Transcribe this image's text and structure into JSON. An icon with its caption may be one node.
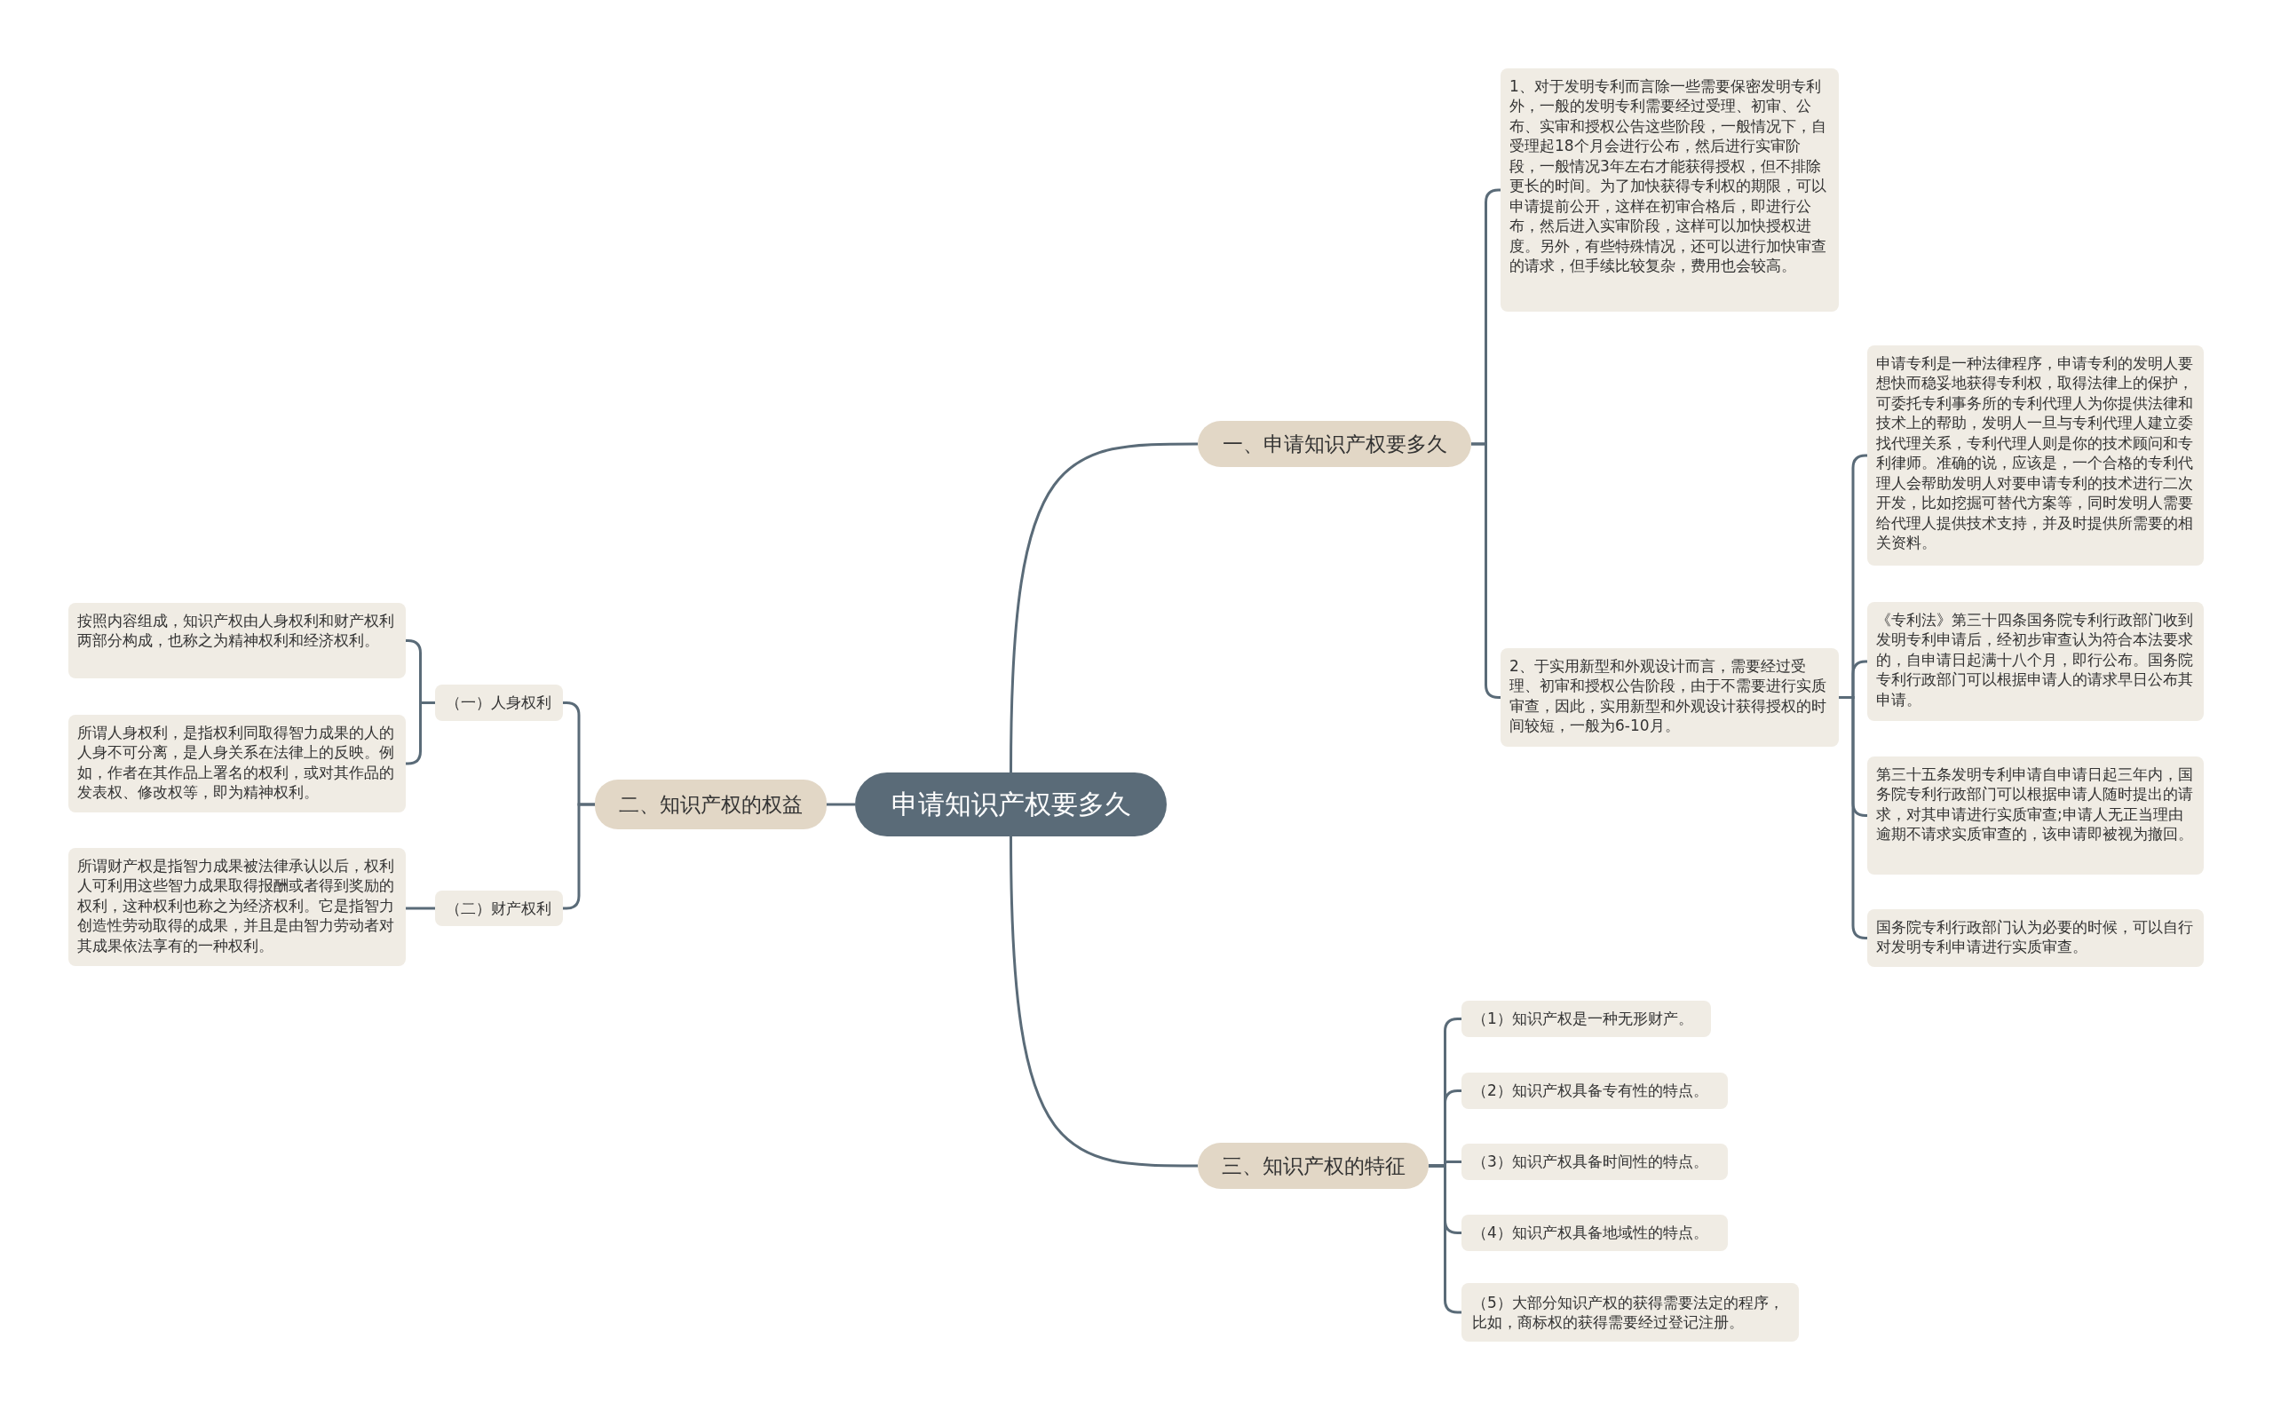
{
  "diagram": {
    "nodes": [
      {
        "text": [
          "申请知识产权要多久"
        ]
      },
      {
        "text": [
          "一、申请知识产权要多久"
        ]
      },
      {
        "text": [
          "1、对于发明专利而言除一些需要保密发明专利外，一般的发明专利需要经过受理、初审、公布、实审和授权公告这些阶段，一般情况下，自受理起18个月会进行公布，然后进行实审阶段，一般情况3年左右才能获得授权，但不排除更长的时间。为了加快获得专利权的期限，可以申请提前公开，这样在初审合格后，即进行公布，然后进入实审阶段，这样可以加快授权进度。另外，有些特殊情况，还可以进行加快审查的请求，但手续比较复杂，费用也会较高。"
        ]
      },
      {
        "text": [
          "2、于实用新型和外观设计而言，需要经过受理、初审和授权公告阶段，由于不需要进行实质审查，因此，实用新型和外观设计获得授权的时间较短，一般为6-10月。"
        ]
      },
      {
        "text": [
          "申请专利是一种法律程序，申请专利的发明人要想快而稳妥地获得专利权，取得法律上的保护，可委托专利事务所的专利代理人为你提供法律和技术上的帮助，发明人一旦与专利代理人建立委找代理关系，专利代理人则是你的技术顾问和专利律师。准确的说，应该是，一个合格的专利代理人会帮助发明人对要申请专利的技术进行二次开发，比如挖掘可替代方案等，同时发明人需要给代理人提供技术支持，并及时提供所需要的相关资料。"
        ]
      },
      {
        "text": [
          "《专利法》第三十四条国务院专利行政部门收到发明专利申请后，经初步审查认为符合本法要求的，自申请日起满十八个月，即行公布。国务院专利行政部门可以根据申请人的请求早日公布其申请。"
        ]
      },
      {
        "text": [
          "第三十五条发明专利申请自申请日起三年内，国务院专利行政部门可以根据申请人随时提出的请求，对其申请进行实质审查;申请人无正当理由逾期不请求实质审查的，该申请即被视为撤回。"
        ]
      },
      {
        "text": [
          "国务院专利行政部门认为必要的时候，可以自行对发明专利申请进行实质审查。"
        ]
      },
      {
        "text": [
          "二、知识产权的权益"
        ]
      },
      {
        "text": [
          "（一）人身权利"
        ]
      },
      {
        "text": [
          "按照内容组成，知识产权由人身权利和财产权利两部分构成，也称之为精神权利和经济权利。"
        ]
      },
      {
        "text": [
          "所谓人身权利，是指权利同取得智力成果的人的人身不可分离，是人身关系在法律上的反映。例如，作者在其作品上署名的权利，或对其作品的发表权、修改权等，即为精神权利。"
        ]
      },
      {
        "text": [
          "（二）财产权利"
        ]
      },
      {
        "text": [
          "所谓财产权是指智力成果被法律承认以后，权利人可利用这些智力成果取得报酬或者得到奖励的权利，这种权利也称之为经济权利。它是指智力创造性劳动取得的成果，并且是由智力劳动者对其成果依法享有的一种权利。"
        ]
      },
      {
        "text": [
          "三、知识产权的特征"
        ]
      },
      {
        "text": [
          "（1）知识产权是一种无形财产。"
        ]
      },
      {
        "text": [
          "（2）知识产权具备专有性的特点。"
        ]
      },
      {
        "text": [
          "（3）知识产权具备时间性的特点。"
        ]
      },
      {
        "text": [
          "（4）知识产权具备地域性的特点。"
        ]
      },
      {
        "text": [
          "（5）大部分知识产权的获得需要法定的程序，比如，商标权的获得需要经过登记注册。"
        ]
      }
    ],
    "edges": [
      {
        "from": 0,
        "to": 1,
        "arrow": "none"
      },
      {
        "from": 1,
        "to": 2,
        "arrow": "none"
      },
      {
        "from": 1,
        "to": 3,
        "arrow": "none"
      },
      {
        "from": 3,
        "to": 4,
        "arrow": "none"
      },
      {
        "from": 3,
        "to": 5,
        "arrow": "none"
      },
      {
        "from": 3,
        "to": 6,
        "arrow": "none"
      },
      {
        "from": 3,
        "to": 7,
        "arrow": "none"
      },
      {
        "from": 0,
        "to": 8,
        "arrow": "none"
      },
      {
        "from": 8,
        "to": 9,
        "arrow": "none"
      },
      {
        "from": 9,
        "to": 10,
        "arrow": "none"
      },
      {
        "from": 9,
        "to": 11,
        "arrow": "none"
      },
      {
        "from": 8,
        "to": 12,
        "arrow": "none"
      },
      {
        "from": 12,
        "to": 13,
        "arrow": "none"
      },
      {
        "from": 0,
        "to": 14,
        "arrow": "none"
      },
      {
        "from": 14,
        "to": 15,
        "arrow": "none"
      },
      {
        "from": 14,
        "to": 16,
        "arrow": "none"
      },
      {
        "from": 14,
        "to": 17,
        "arrow": "none"
      },
      {
        "from": 14,
        "to": 18,
        "arrow": "none"
      },
      {
        "from": 14,
        "to": 19,
        "arrow": "none"
      }
    ]
  }
}
